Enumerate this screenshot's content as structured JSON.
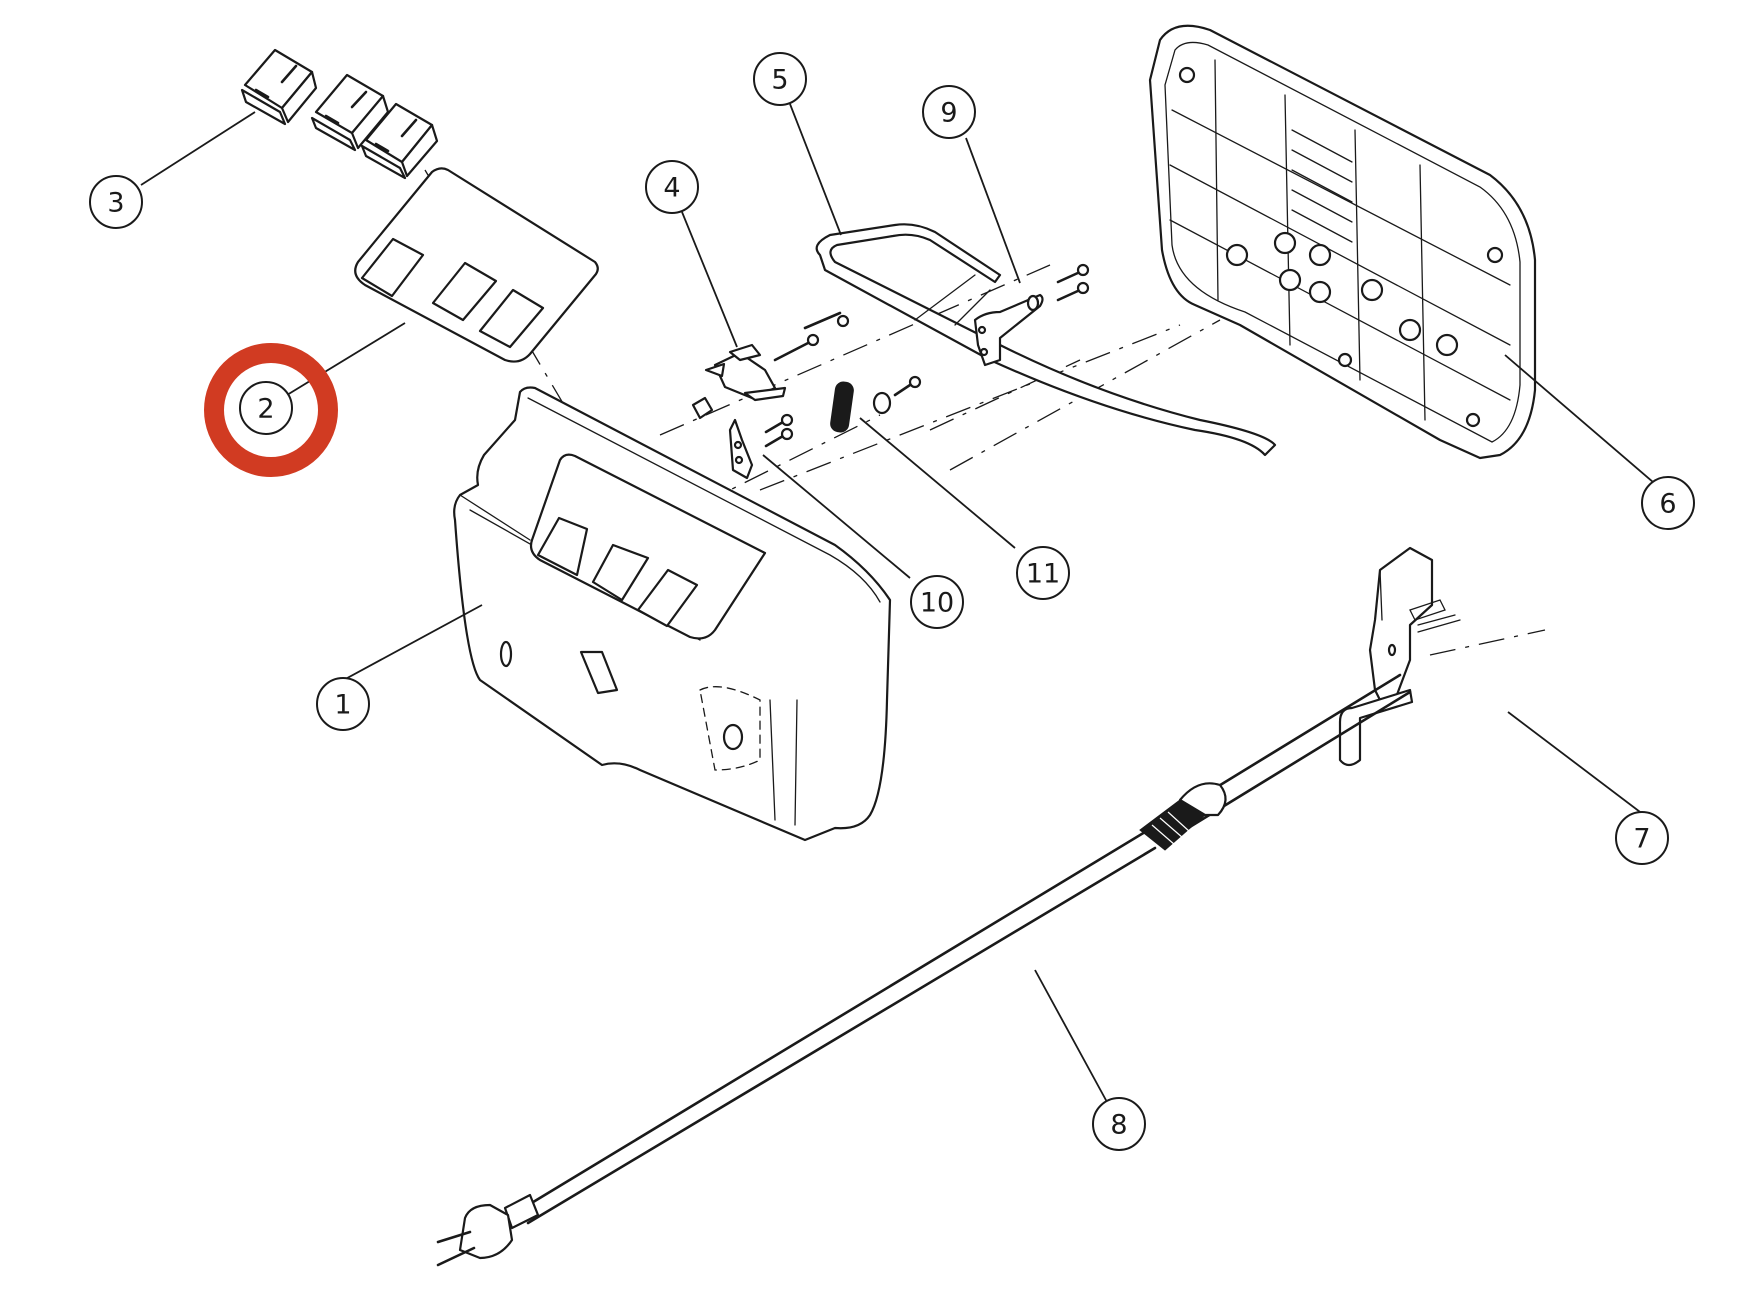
{
  "diagram": {
    "type": "exploded-parts-view",
    "highlight": {
      "item": "2",
      "color": "#d13b22"
    },
    "callouts": [
      {
        "id": "1",
        "label": "1",
        "part": "housing"
      },
      {
        "id": "2",
        "label": "2",
        "part": "switch-panel-gasket"
      },
      {
        "id": "3",
        "label": "3",
        "part": "rocker-switches"
      },
      {
        "id": "4",
        "label": "4",
        "part": "micro-switch"
      },
      {
        "id": "5",
        "label": "5",
        "part": "bail-handle"
      },
      {
        "id": "6",
        "label": "6",
        "part": "back-cover"
      },
      {
        "id": "7",
        "label": "7",
        "part": "cable-bracket"
      },
      {
        "id": "8",
        "label": "8",
        "part": "power-cord"
      },
      {
        "id": "9",
        "label": "9",
        "part": "handle-bracket"
      },
      {
        "id": "10",
        "label": "10",
        "part": "switch-lever"
      },
      {
        "id": "11",
        "label": "11",
        "part": "tension-spring"
      }
    ]
  }
}
